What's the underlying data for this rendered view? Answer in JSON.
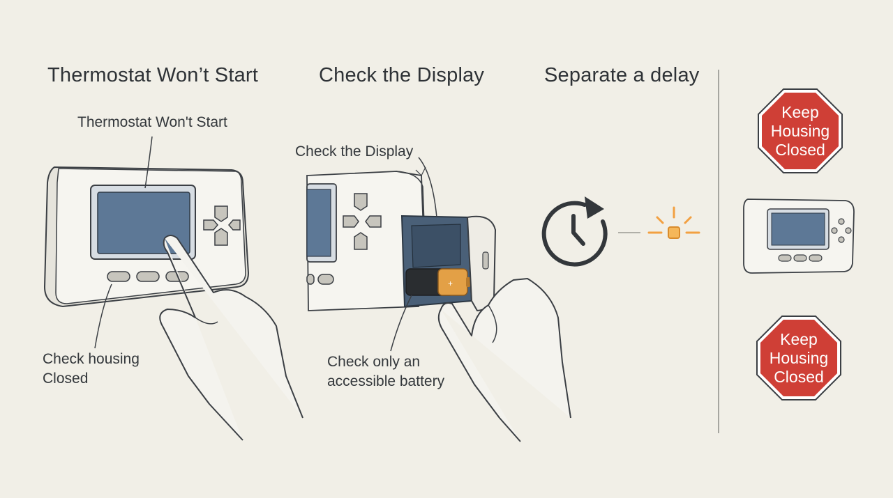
{
  "headings": {
    "panel1": "Thermostat Won’t Start",
    "panel2": "Check the Display",
    "panel3": "Separate a delay"
  },
  "callouts": {
    "panel1_top": "Thermostat Won't Start",
    "panel1_bottom": "Check housing\nClosed",
    "panel2_top": "Check the Display",
    "panel2_bottom": "Check only an\naccessible battery"
  },
  "stop_signs": [
    {
      "text": "Keep\nHousing\nClosed"
    },
    {
      "text": "Keep\nHousing\nClosed"
    }
  ],
  "icons": {
    "delay_clock": "clockwise-clock-icon",
    "indicator": "blinking-amber-light-icon",
    "battery": "battery-icon"
  },
  "colors": {
    "background": "#f1efe7",
    "screen": "#5d7896",
    "stop_red": "#cf3f36",
    "amber": "#f2a041"
  }
}
